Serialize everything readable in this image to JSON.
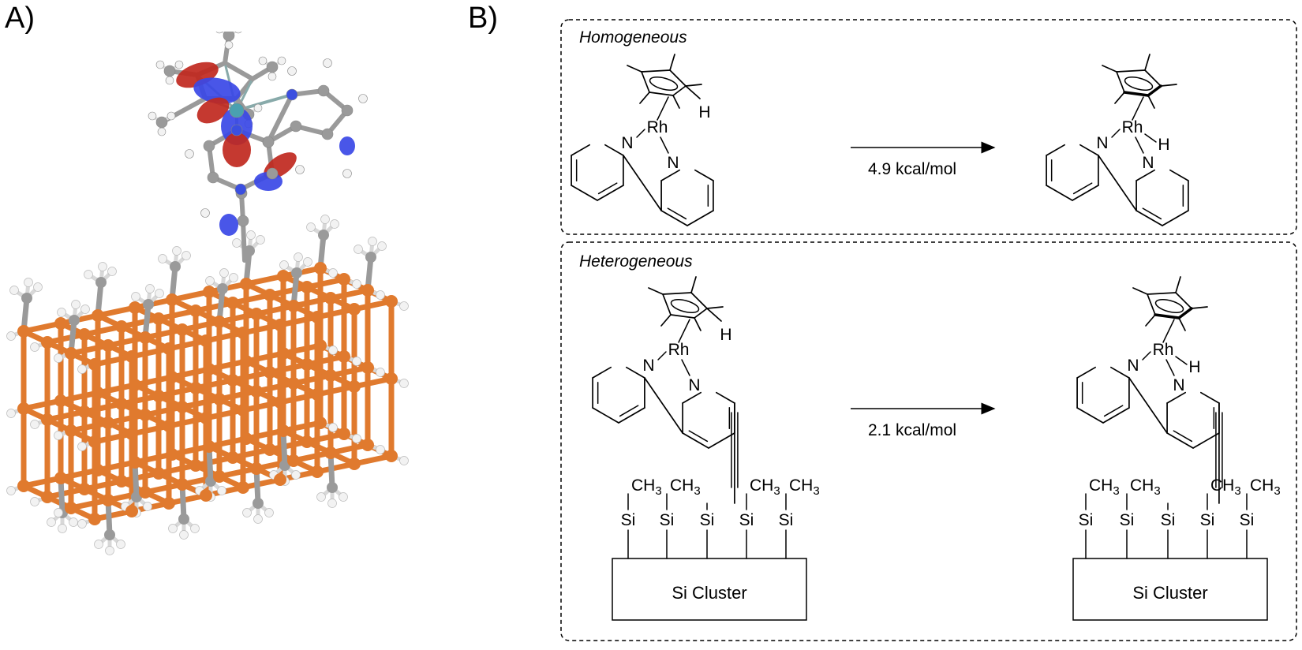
{
  "panels": {
    "a_label": "A)",
    "b_label": "B)"
  },
  "homogeneous": {
    "title": "Homogeneous",
    "energy": "4.9 kcal/mol"
  },
  "heterogeneous": {
    "title": "Heterogeneous",
    "energy": "2.1 kcal/mol",
    "cluster_label": "Si Cluster"
  },
  "atoms": {
    "rh": "Rh",
    "n": "N",
    "h": "H",
    "si": "Si",
    "ch": "CH",
    "three": "3"
  },
  "colors": {
    "silicon": "#e07a2e",
    "carbon": "#9a9a9a",
    "hydrogen": "#f2f2f2",
    "nitrogen": "#3b4fe0",
    "orbital_red": "#c0281e",
    "orbital_blue": "#3a48e6"
  }
}
